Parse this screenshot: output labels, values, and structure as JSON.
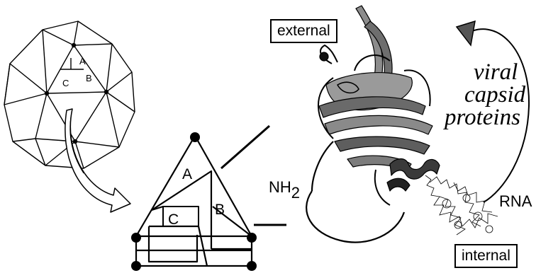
{
  "labels": {
    "external": "external",
    "internal": "internal",
    "capsid_line1": "viral",
    "capsid_line2": "capsid",
    "capsid_line3": "proteins",
    "nh": "NH",
    "nh_sub": "2",
    "rna": "RNA"
  },
  "faces": {
    "a": "A",
    "b": "B",
    "c": "C"
  },
  "colors": {
    "ink": "#000000",
    "protein_fill": "#8c8c8c",
    "protein_shade": "#5a5a5a",
    "background": "#ffffff"
  },
  "icons": [
    "icosahedron-capsid",
    "curved-arrow",
    "triangular-face-detail",
    "protein-ribbon",
    "rna-strand",
    "rotation-arrow"
  ]
}
